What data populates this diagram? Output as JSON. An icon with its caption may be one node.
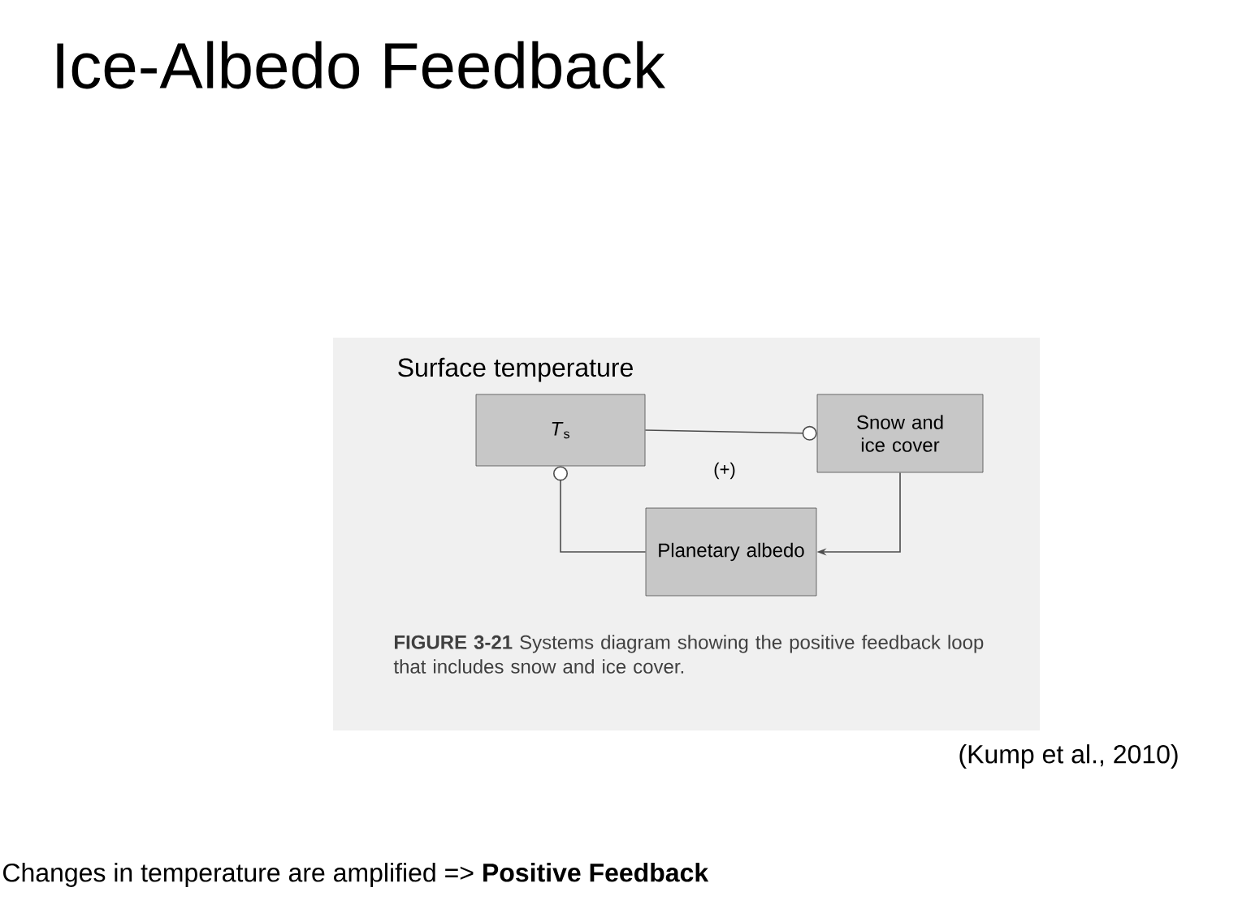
{
  "diagram": {
    "title": "Ice-Albedo Feedback",
    "nodes": [
      {
        "text": [
          "*T*$_{s}$"
        ],
        "beside": [
          "Surface temperature"
        ]
      },
      {
        "text": [
          "Snow and ice cover"
        ]
      },
      {
        "text": [
          "Planetary albedo"
        ]
      }
    ],
    "edges": [
      {
        "from": 0,
        "to": 1,
        "arrow": "other"
      },
      {
        "from": 1,
        "to": 2,
        "arrow": "to"
      },
      {
        "from": 2,
        "to": 0,
        "arrow": "other"
      }
    ],
    "labels": [
      "(+)",
      "**FIGURE 3-21** Systems diagram showing the positive feedback loop that includes snow and ice cover.",
      "(Kump et al., 2010)",
      "Changes in temperature are amplified  => **Positive Feedback**"
    ]
  }
}
